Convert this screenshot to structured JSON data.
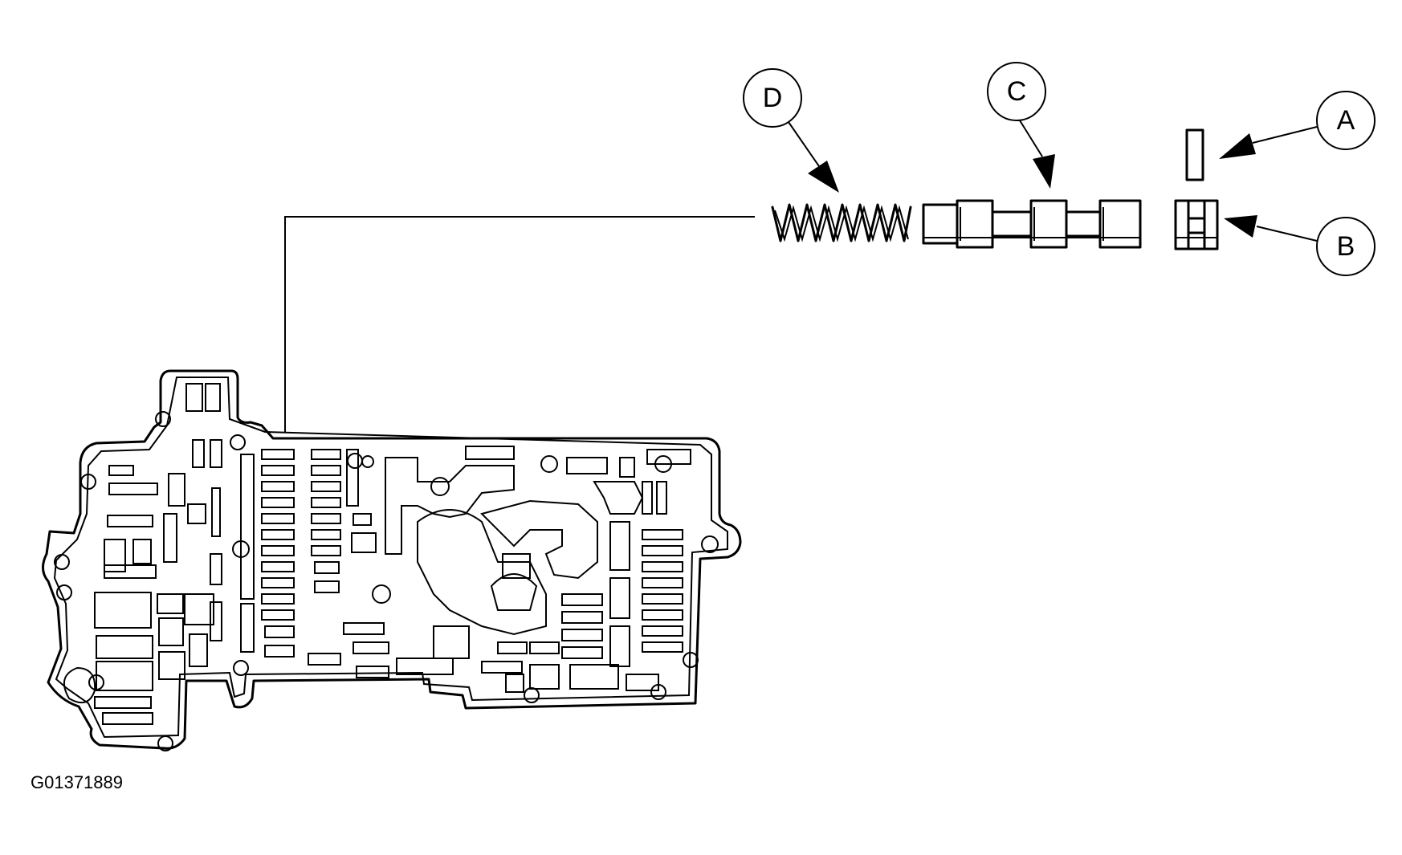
{
  "figure_id": "G01371889",
  "callouts": [
    {
      "id": "A",
      "label": "A"
    },
    {
      "id": "B",
      "label": "B"
    },
    {
      "id": "C",
      "label": "C"
    },
    {
      "id": "D",
      "label": "D"
    }
  ],
  "colors": {
    "line": "#000000",
    "background": "#ffffff"
  }
}
